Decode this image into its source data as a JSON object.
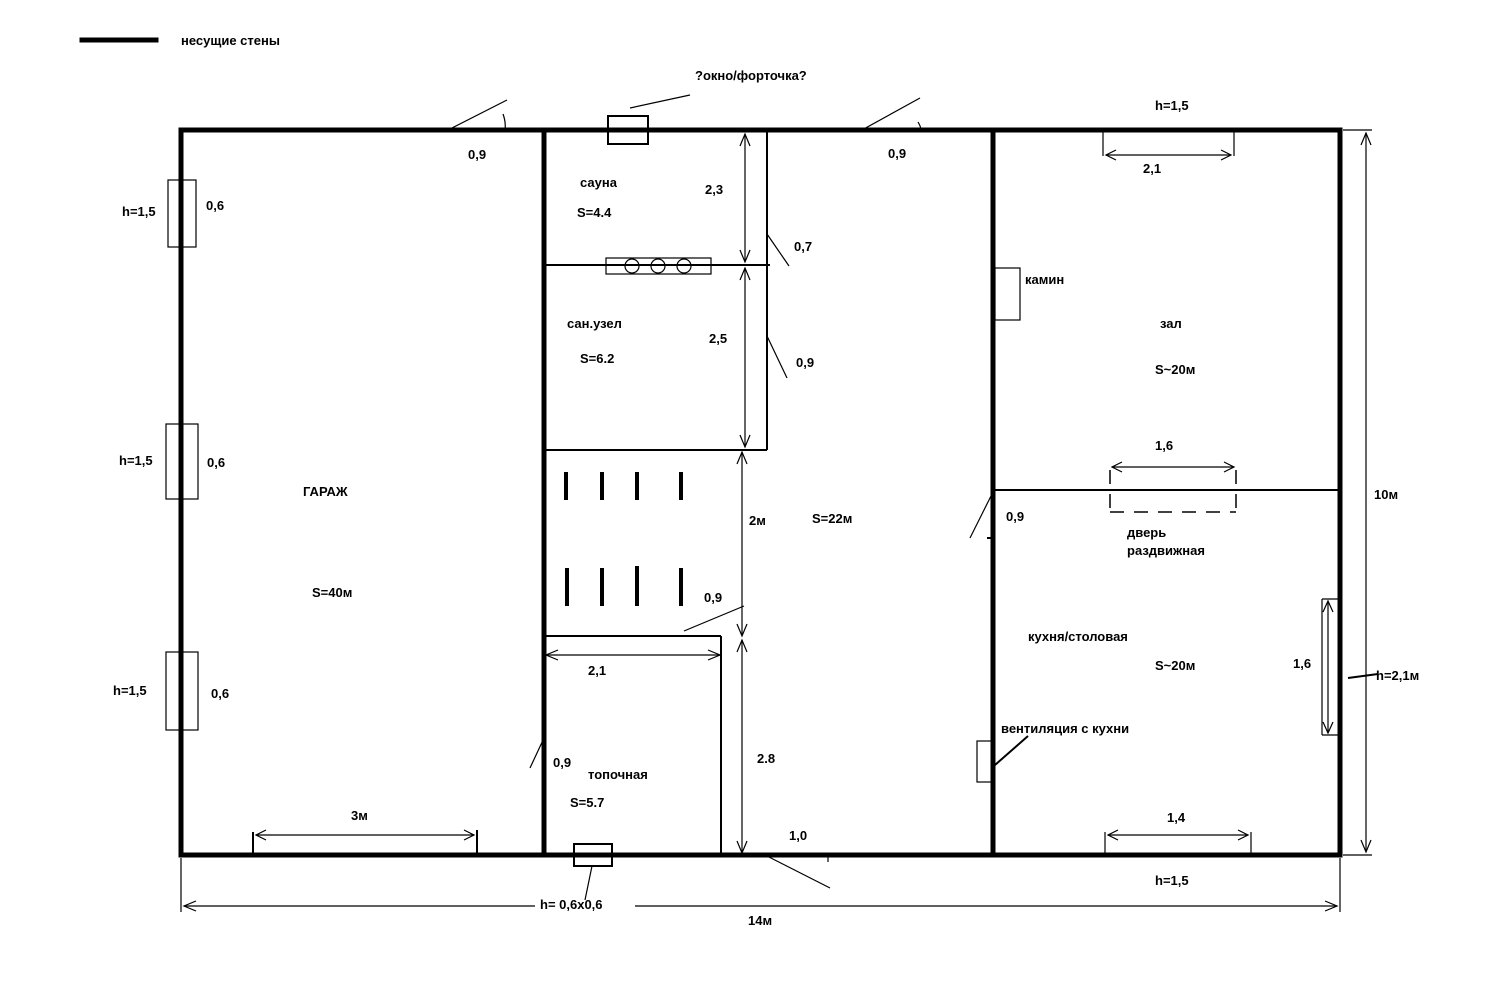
{
  "legend": {
    "bearing_walls": "несущие стены"
  },
  "top": {
    "window_note": "?окно/форточка?",
    "h_top": "h=1,5"
  },
  "garage": {
    "name": "ГАРАЖ",
    "area": "S=40м",
    "door_width": "3м",
    "window_height": "h=1,5",
    "window_width": "0,6"
  },
  "sauna": {
    "name": "сауна",
    "area": "S=4.4",
    "length": "2,3",
    "door": "0,7"
  },
  "bathroom": {
    "name": "сан.узел",
    "area": "S=6.2",
    "length": "2,5",
    "door": "0,9"
  },
  "hall": {
    "area": "S=22м",
    "length_2m": "2м",
    "length_28": "2.8",
    "door_top": "0,9",
    "door_small": "0,9",
    "entrance": "1,0",
    "door_left_top": "0,9"
  },
  "boiler": {
    "name": "топочная",
    "area": "S=5.7",
    "width": "2,1",
    "door": "0,9",
    "vent": "h= 0,6х0,6"
  },
  "living": {
    "name": "зал",
    "area": "S~20м",
    "window": "2,1",
    "fireplace": "камин",
    "sliding_width": "1,6"
  },
  "kitchen": {
    "name": "кухня/столовая",
    "area": "S~20м",
    "door": "0,9",
    "sliding_door": "дверь раздвижная",
    "vent": "вентиляция с кухни",
    "window_bottom": "1,4",
    "window_right": "1,6",
    "right_h": "h=2,1м"
  },
  "dims": {
    "total_width": "14м",
    "total_height": "10м",
    "h_bottom": "h=1,5"
  }
}
